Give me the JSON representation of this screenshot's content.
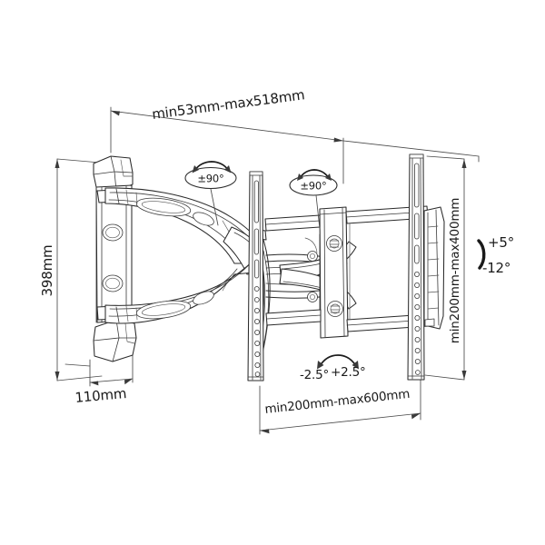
{
  "diagram": {
    "title": "TV wall mount full-motion bracket technical drawing",
    "background_color": "#ffffff",
    "line_color": "#2b2b2b",
    "text_color": "#1a1a1a"
  },
  "dimensions": {
    "extension": "min53mm-max518mm",
    "height": "398mm",
    "depth": "110mm",
    "vesa_vertical": "min200mm-max400mm",
    "vesa_horizontal": "min200mm-max600mm"
  },
  "angles": {
    "swivel_left": "±90°",
    "swivel_right": "±90°",
    "rotation_negative": "-2.5°",
    "rotation_positive": "+2.5°",
    "tilt_up": "+5°",
    "tilt_down": "-12°"
  },
  "parts": {
    "wall_plate": "wall-mounting-plate",
    "upper_arm": "upper-articulating-arm",
    "lower_arm": "lower-articulating-arm",
    "center_post": "center-pivot-post",
    "left_rail": "left-vertical-vesa-rail",
    "right_rail": "right-vertical-vesa-rail",
    "crossbar_top": "top-horizontal-crossbar",
    "crossbar_bottom": "bottom-horizontal-crossbar"
  }
}
